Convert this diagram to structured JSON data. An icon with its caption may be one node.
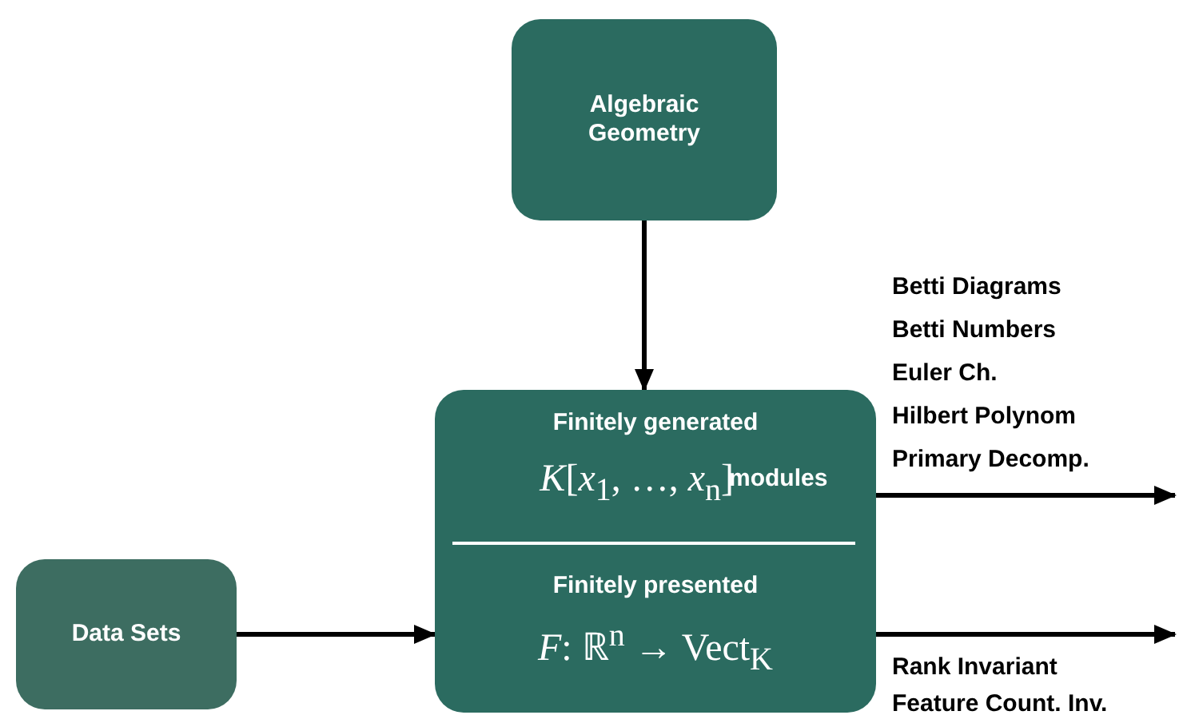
{
  "diagram": {
    "nodes": [
      {
        "text": [
          "Algebraic Geometry"
        ]
      },
      {
        "text": [
          "Finitely generated",
          "*K*[*x*$_{1}$, …, *x*$_{n}$]",
          "modules",
          "Finitely presented",
          "*F*: ℝ$^{n}$ → Vect$_{K}$"
        ]
      },
      {
        "text": [
          "Data Sets"
        ]
      }
    ],
    "edges": [
      {
        "from": 0,
        "to": 1,
        "arrow": "to"
      },
      {
        "from": 2,
        "to": 1,
        "arrow": "to"
      },
      {
        "from": 1,
        "to": null,
        "arrow": "to"
      },
      {
        "from": 1,
        "to": null,
        "arrow": "to"
      }
    ],
    "labels": [
      "Betti Diagrams",
      "Betti Numbers",
      "Euler Ch.",
      "Hilbert Polynom",
      "Primary Decomp.",
      "Rank Invariant",
      "Feature Count. Inv."
    ]
  }
}
